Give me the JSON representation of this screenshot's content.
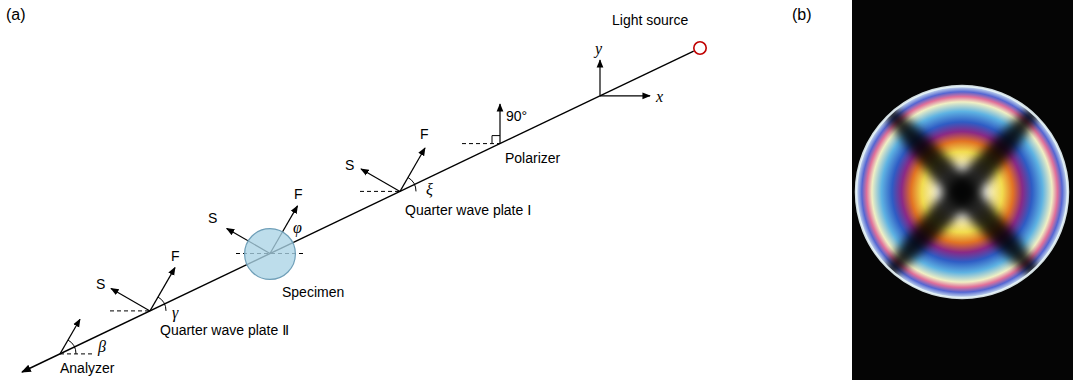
{
  "diagram": {
    "nodes": [
      {
        "text": [
          "Light source"
        ]
      },
      {
        "text": [
          "Specimen"
        ]
      }
    ],
    "edges": [
      {
        "from": 0,
        "to": 1,
        "arrow": "none"
      }
    ],
    "labels": [
      "(a)",
      "y",
      "x",
      "90°",
      "Polarizer",
      "F",
      "S",
      "ξ",
      "Quarter wave plate Ⅰ",
      "F",
      "S",
      "φ",
      "F",
      "S",
      "γ",
      "Quarter wave plate Ⅱ",
      "Analyzer",
      "β",
      "(b)"
    ]
  }
}
